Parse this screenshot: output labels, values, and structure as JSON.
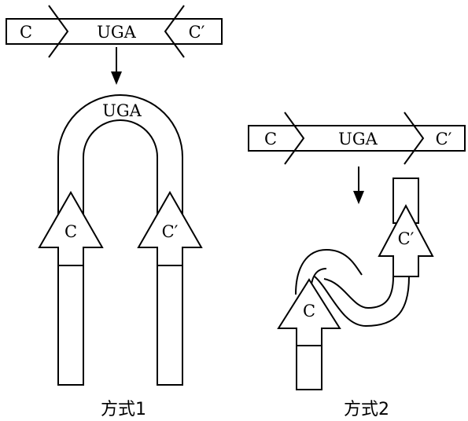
{
  "top_strand": {
    "left": "C",
    "middle": "UGA",
    "right": "C′"
  },
  "mode1": {
    "loop_label": "UGA",
    "left_arrow": "C",
    "right_arrow": "C′",
    "caption": "方式1"
  },
  "mode2": {
    "strand": {
      "left": "C",
      "middle": "UGA",
      "right": "C′"
    },
    "lower_arrow": "C",
    "upper_arrow": "C′",
    "caption": "方式2"
  }
}
